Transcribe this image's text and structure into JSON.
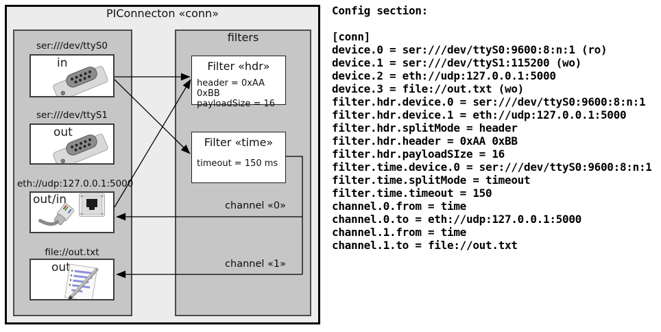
{
  "diagram": {
    "title": "PIConnecton «conn»",
    "filters_label": "filters",
    "devices": [
      {
        "uri": "ser:///dev/ttyS0",
        "direction": "in",
        "icon": "serial-db9-connector"
      },
      {
        "uri": "ser:///dev/ttyS1",
        "direction": "out",
        "icon": "serial-db9-connector"
      },
      {
        "uri": "eth://udp:127.0.0.1:5000",
        "direction": "out/in",
        "icon": "ethernet-rj45-connector"
      },
      {
        "uri": "file://out.txt",
        "direction": "out",
        "icon": "notepad-pen"
      }
    ],
    "filters": [
      {
        "title": "Filter «hdr»",
        "attrs": [
          "header = 0xAA 0xBB",
          "payloadSize = 16"
        ]
      },
      {
        "title": "Filter «time»",
        "attrs": [
          "timeout = 150 ms"
        ]
      }
    ],
    "channels": [
      {
        "label": "channel «0»"
      },
      {
        "label": "channel «1»"
      }
    ]
  },
  "config": {
    "lines": [
      "Config section:",
      "",
      "[conn]",
      "device.0 = ser:///dev/ttyS0:9600:8:n:1 (ro)",
      "device.1 = ser:///dev/ttyS1:115200 (wo)",
      "device.2 = eth://udp:127.0.0.1:5000",
      "device.3 = file://out.txt (wo)",
      "filter.hdr.device.0 = ser:///dev/ttyS0:9600:8:n:1",
      "filter.hdr.device.1 = eth://udp:127.0.0.1:5000",
      "filter.hdr.splitMode = header",
      "filter.hdr.header = 0xAA 0xBB",
      "filter.hdr.payloadSIze = 16",
      "filter.time.device.0 = ser:///dev/ttyS0:9600:8:n:1",
      "filter.time.splitMode = timeout",
      "filter.time.timeout = 150",
      "channel.0.from = time",
      "channel.0.to = eth://udp:127.0.0.1:5000",
      "channel.1.from = time",
      "channel.1.to = file://out.txt"
    ]
  },
  "colors": {
    "outer_fill": "#ececec",
    "panel_fill": "#c6c6c6",
    "box_fill": "#ffffff",
    "border": "#000000",
    "text": "#111111"
  }
}
